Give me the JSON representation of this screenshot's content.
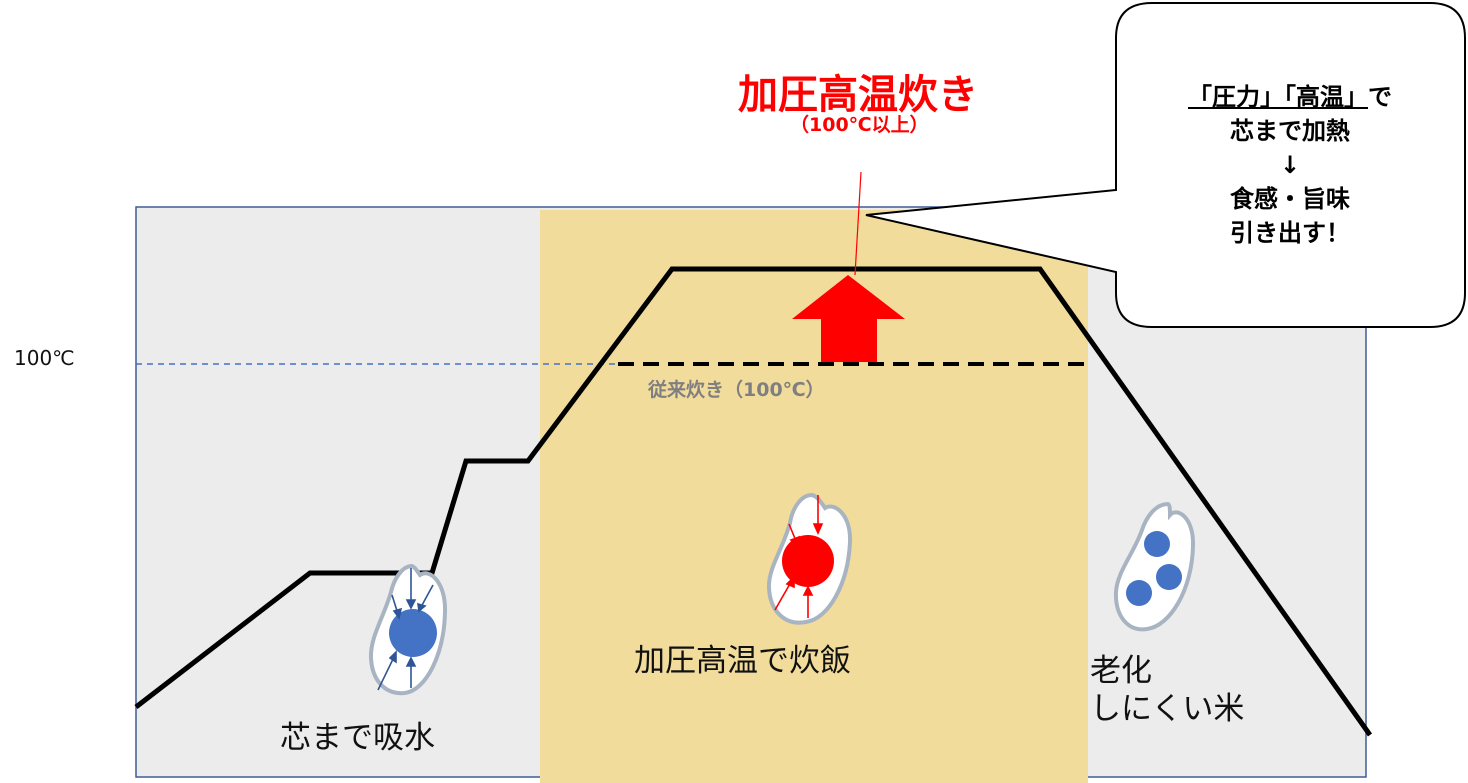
{
  "title": "加圧高温炊き",
  "subtitle": "（100℃以上）",
  "temp_label": "100℃",
  "conventional_label": "従来炊き（100℃）",
  "stages": [
    {
      "label": "芯まで吸水"
    },
    {
      "label": "加圧高温で炊飯"
    },
    {
      "label_line1": "老化",
      "label_line2": "しにくい米"
    }
  ],
  "callout": {
    "line1_a": "「圧力」「高温」",
    "line1_b": "で",
    "line2": "芯まで加熱",
    "line3": "↓",
    "line4": "食感・旨味",
    "line5": "引き出す！"
  },
  "colors": {
    "background_panel": "#ececec",
    "highlight_zone": "#f2dc9c",
    "frame": "#3f5c9a",
    "curve": "#000000",
    "accent_red": "#ff0000",
    "grain_blue": "#4472c4",
    "dashed_100": "#4472c4"
  }
}
